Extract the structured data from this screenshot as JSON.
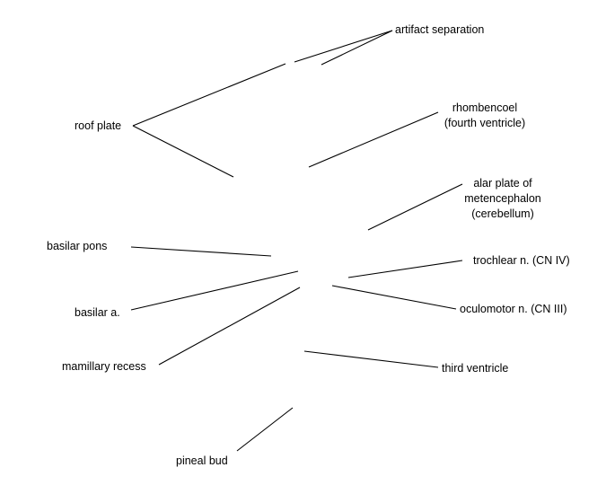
{
  "labels": {
    "artifact_separation": "artifact separation",
    "rhombencoel": [
      "rhombencoel",
      "(fourth ventricle)"
    ],
    "roof_plate": "roof plate",
    "alar_plate": [
      "alar plate of",
      "metencephalon",
      "(cerebellum)"
    ],
    "basilar_pons": "basilar pons",
    "trochlear_nerve": "trochlear n. (CN IV)",
    "basilar_artery": "basilar a.",
    "oculomotor_nerve": "oculomotor n. (CN III)",
    "mamillary_recess": "mamillary recess",
    "third_ventricle": "third ventricle",
    "pineal_bud": "pineal bud"
  }
}
